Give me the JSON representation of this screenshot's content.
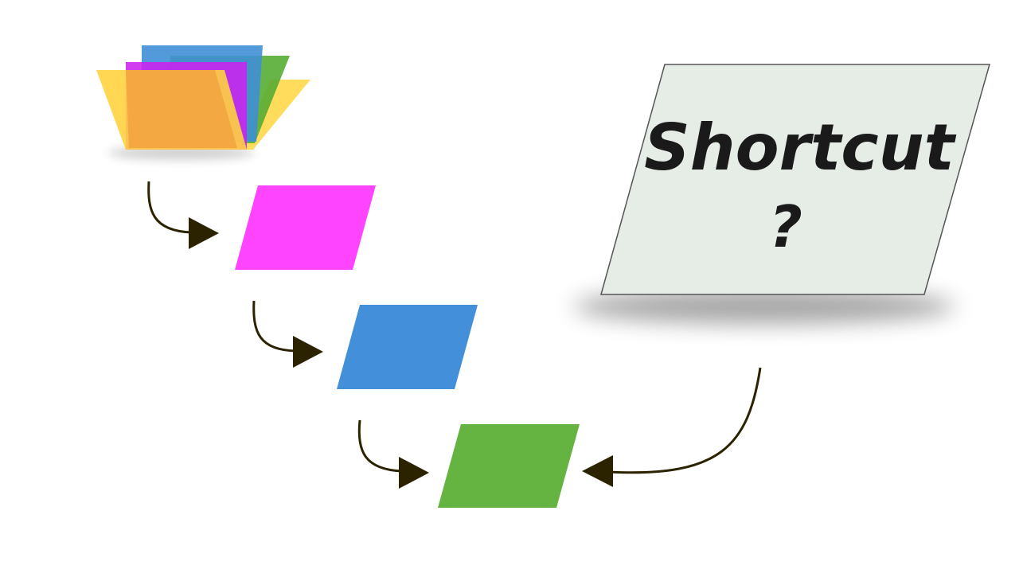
{
  "colors": {
    "background": "#ffffff",
    "pink": "#ff44ff",
    "blue": "#448fd9",
    "green": "#65b442",
    "arrow": "#2b2300",
    "shortcut_fill": "#e6ece6",
    "shortcut_border": "#555555",
    "text": "#1a1a1a",
    "folder_back_blue": "#3f8fd6",
    "folder_back_green": "#56ac34",
    "folder_back_yellow": "#ffd84a",
    "folder_mid_magenta": "#cc22ee",
    "folder_front_orange": "#f3a33e",
    "folder_front_yellow": "#ffd340"
  },
  "icons": {
    "folder": "folder-icon"
  },
  "shortcut": {
    "line1": "Shortcut",
    "line2": "?"
  },
  "steps": [
    {
      "name": "pink-item",
      "color_key": "pink"
    },
    {
      "name": "blue-item",
      "color_key": "blue"
    },
    {
      "name": "green-item",
      "color_key": "green"
    }
  ]
}
